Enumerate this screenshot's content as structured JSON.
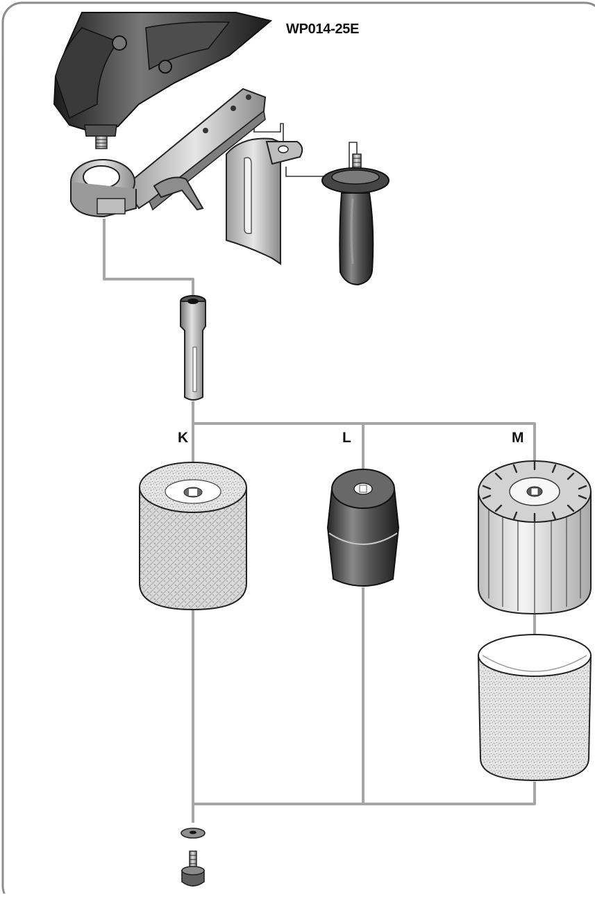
{
  "model": "WP014-25E",
  "variants": [
    {
      "id": "k",
      "label": "K",
      "icon": "fleece-roller-icon"
    },
    {
      "id": "l",
      "label": "L",
      "icon": "rubber-drum-icon"
    },
    {
      "id": "m",
      "label": "M",
      "icon": "expansion-roller-with-sleeve-icon"
    }
  ],
  "colors": {
    "connector": "#a6a6a6",
    "frame": "#8c8c8c",
    "metal": "#9a9a9a",
    "dark": "#2e2e2e"
  }
}
